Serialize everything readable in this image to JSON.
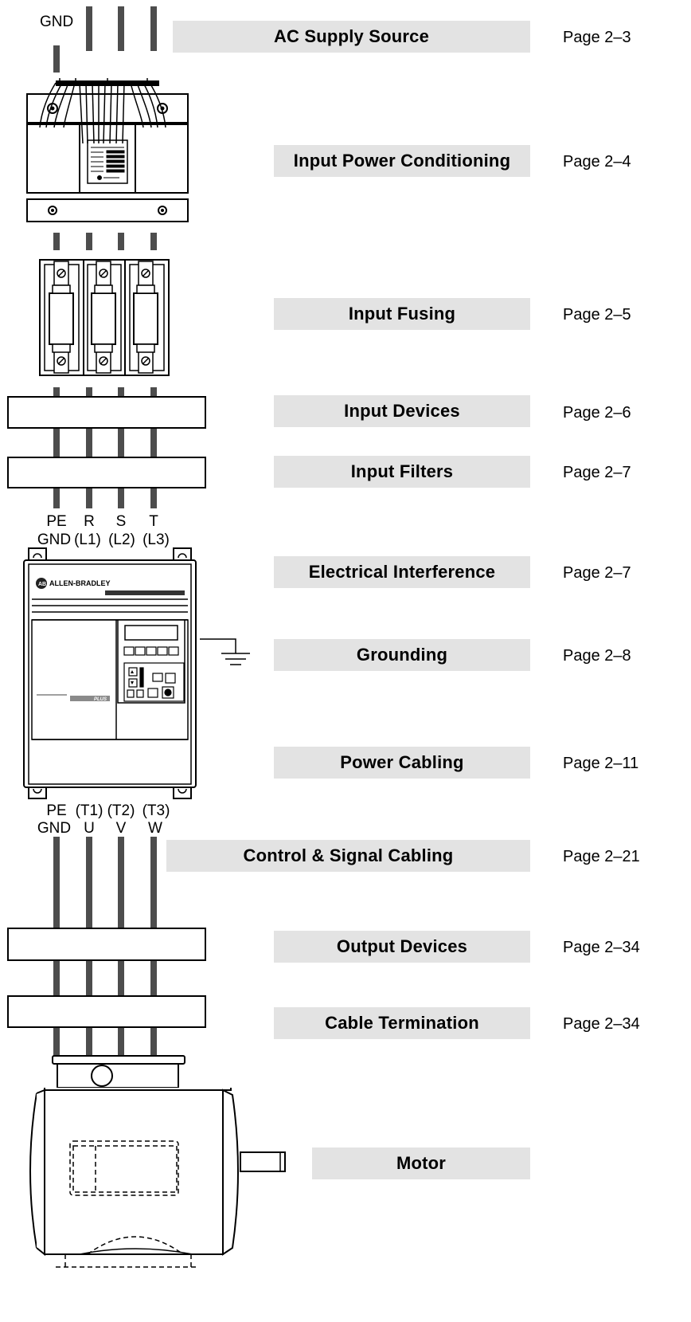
{
  "sections": [
    {
      "title": "AC Supply Source",
      "page": "Page 2–3"
    },
    {
      "title": "Input Power Conditioning",
      "page": "Page 2–4"
    },
    {
      "title": "Input Fusing",
      "page": "Page 2–5"
    },
    {
      "title": "Input Devices",
      "page": "Page 2–6"
    },
    {
      "title": "Input Filters",
      "page": "Page 2–7"
    },
    {
      "title": "Electrical Interference",
      "page": "Page 2–7"
    },
    {
      "title": "Grounding",
      "page": "Page 2–8"
    },
    {
      "title": "Power Cabling",
      "page": "Page 2–11"
    },
    {
      "title": "Control & Signal Cabling",
      "page": "Page 2–21"
    },
    {
      "title": "Output Devices",
      "page": "Page 2–34"
    },
    {
      "title": "Cable Termination",
      "page": "Page 2–34"
    },
    {
      "title": "Motor",
      "page": ""
    }
  ],
  "supply_label": "GND",
  "input_terminals": {
    "top": [
      "PE",
      "R",
      "S",
      "T"
    ],
    "bottom": [
      "GND",
      "(L1)",
      "(L2)",
      "(L3)"
    ]
  },
  "output_terminals": {
    "top": [
      "PE",
      "(T1)",
      "(T2)",
      "(T3)"
    ],
    "bottom": [
      "GND",
      "U",
      "V",
      "W"
    ]
  },
  "drive_brand": "ALLEN-BRADLEY",
  "drive_model": "PLUS",
  "colors": {
    "section_bar": "#e3e3e3",
    "conductor": "#4d4d4d",
    "line": "#000000"
  }
}
